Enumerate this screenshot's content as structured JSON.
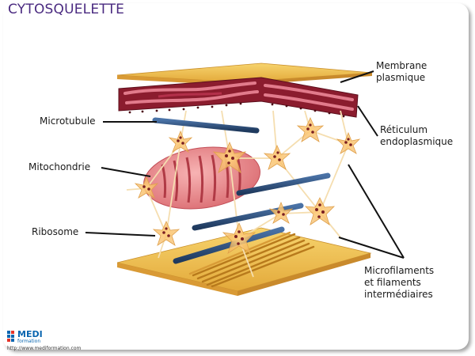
{
  "title": "CYTOSQUELETTE",
  "labels": {
    "membrane_line1": "Membrane",
    "membrane_line2": "plasmique",
    "microtubule": "Microtubule",
    "reticulum_line1": "Réticulum",
    "reticulum_line2": "endoplasmique",
    "mitochondrie": "Mitochondrie",
    "ribosome": "Ribosome",
    "microfilaments_line1": "Microfilaments",
    "microfilaments_line2": "et filaments",
    "microfilaments_line3": "intermédiaires"
  },
  "logo": {
    "name_line1": "MEDI",
    "name_line2": "formation",
    "url": "http://www.mediformation.com"
  },
  "colors": {
    "title": "#4a2a80",
    "membrane": "#e9b645",
    "reticulum": "#8b1c2e",
    "mitochondria": "#e8868a",
    "microtubule": "#2c4d78",
    "filament": "#f2d49a",
    "logo": "#0a66b0"
  }
}
